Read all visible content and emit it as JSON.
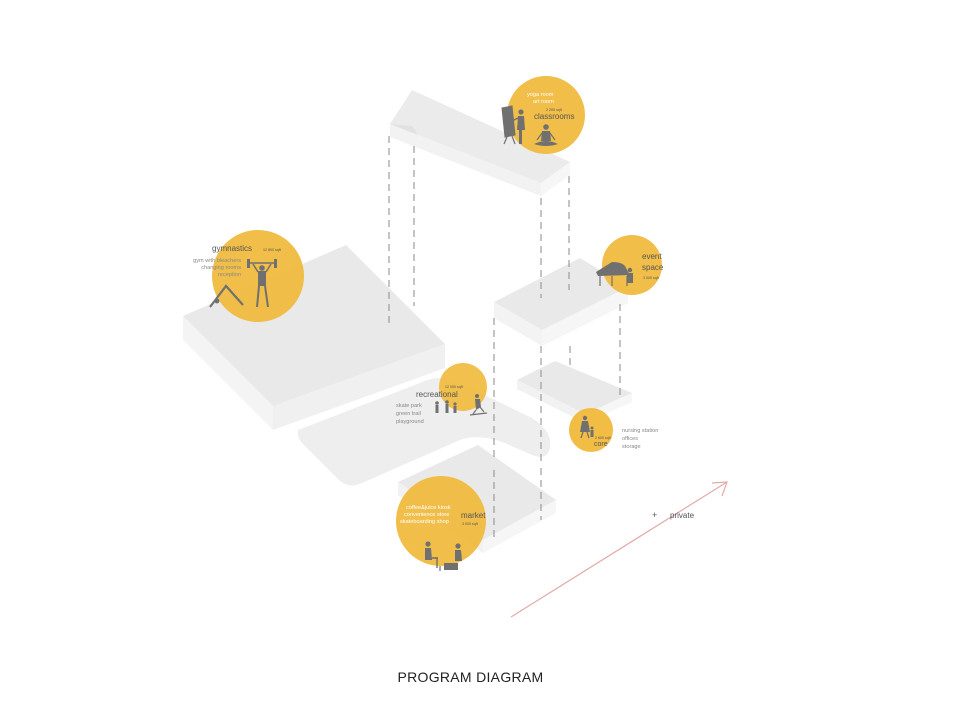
{
  "title": "PROGRAM DIAGRAM",
  "colors": {
    "circle": "#f0b93a",
    "slab_top": "#ebebeb",
    "slab_side": "#f6f6f6",
    "figure": "#7a7a7a",
    "arrow": "#e3a9a9",
    "accent_text": "#c0392b"
  },
  "programs": {
    "classrooms": {
      "name": "classrooms",
      "area": "2 200 sqft",
      "items": [
        "yoga room",
        "art room"
      ]
    },
    "gymnastics": {
      "name": "gymnastics",
      "area": "12 800 sqft",
      "items": [
        "gym with bleachers",
        "changing rooms",
        "reception"
      ]
    },
    "event_space": {
      "name_line1": "event",
      "name_line2": "space",
      "area": "3 000 sqft"
    },
    "recreational": {
      "name": "recreational",
      "area": "12 000 sqft",
      "items": [
        "skate park",
        "green trail",
        "playground"
      ]
    },
    "core": {
      "name": "core",
      "area": "2 600 sqft",
      "items": [
        "nursing station",
        "offices",
        "storage"
      ]
    },
    "market": {
      "name": "market",
      "area": "3 000 sqft",
      "items": [
        "coffee&juice kiosk",
        "convenience store",
        "skateboarding shop"
      ]
    }
  },
  "gradient": {
    "sign": "+",
    "label": "private"
  },
  "icons": [
    "teacher-easel-icon",
    "meditation-icon",
    "weightlifter-icon",
    "downward-dog-icon",
    "grand-piano-icon",
    "children-group-icon",
    "skateboarder-icon",
    "parent-child-icon",
    "seated-people-icon"
  ]
}
